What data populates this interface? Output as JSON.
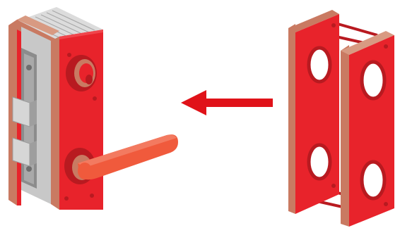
{
  "diagram": {
    "components": [
      {
        "id": "lock-body",
        "role": "assembled door lock with lever handle and cylinder"
      },
      {
        "id": "escutcheon-plates",
        "role": "pair of red escutcheon plates joined by rods"
      }
    ],
    "connector": {
      "type": "arrow",
      "direction": "left"
    }
  },
  "colors": {
    "plate_red": "#e8232b",
    "plate_dark_red": "#b81a20",
    "plate_edge_tan": "#c97a62",
    "handle_orange": "#f05a3c",
    "lock_grey": "#c8c8c8",
    "lock_dark_grey": "#8c8c8c",
    "arrow_red": "#e01219"
  },
  "icons": [
    "lock-assembly-illustration",
    "escutcheon-plate-illustration",
    "left-arrow-icon"
  ]
}
